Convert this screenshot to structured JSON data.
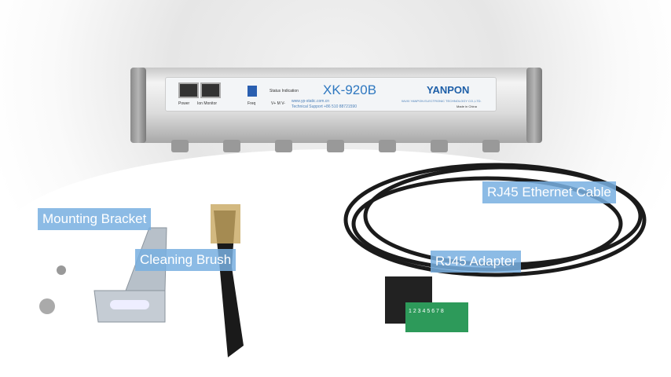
{
  "device": {
    "model": "XK-920B",
    "brand": "YANPON",
    "port_labels": [
      "Power",
      "Ion Monitor"
    ],
    "freq_label": "Freq",
    "status_label": "Status Indication",
    "vm_label": "V+  M  V-",
    "website": "www.yp-static.com.cn",
    "support": "Technical Support  +86 510 88721590",
    "company": "WUXI YANPON ELECTRONIC TECHNOLOGY CO.,LTD.",
    "origin": "Made in China"
  },
  "labels": {
    "bracket": "Mounting Bracket",
    "brush": "Cleaning Brush",
    "cable": "RJ45 Ethernet Cable",
    "adapter": "RJ45 Adapter"
  },
  "adapter_pins": "1 2 3 4 5 6 7 8"
}
